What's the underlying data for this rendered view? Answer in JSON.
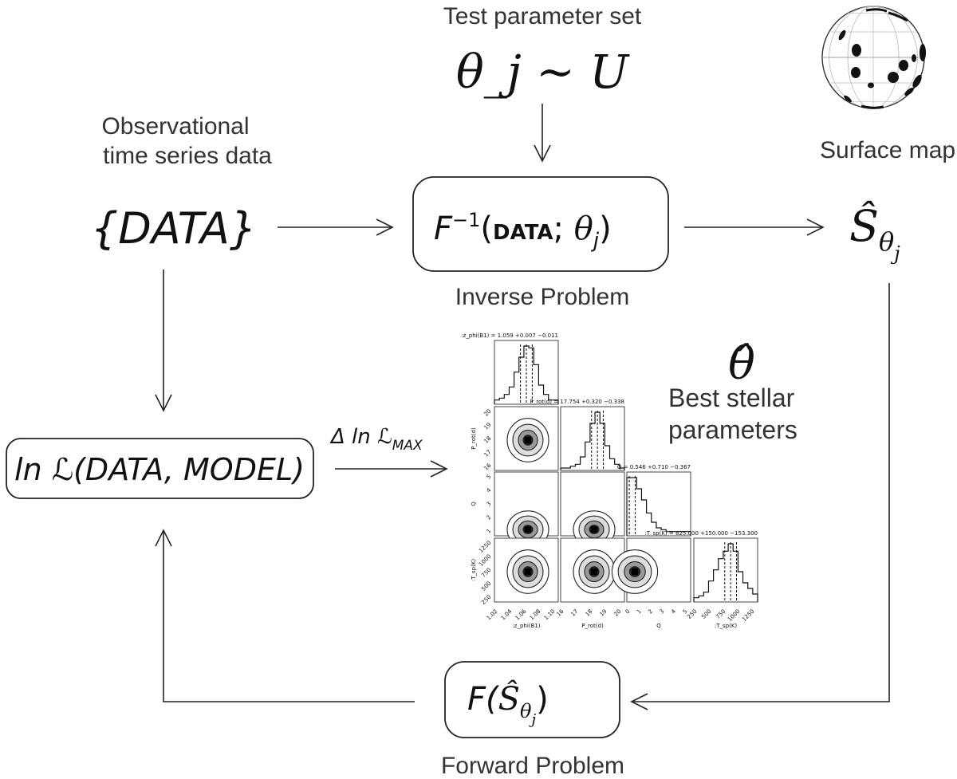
{
  "test_params": {
    "label": "Test parameter set",
    "formula": "θ_j ~ U"
  },
  "observational": {
    "line1": "Observational",
    "line2": "time series data",
    "data_symbol": "{DATA}"
  },
  "inverse_box": {
    "formula_F": "F",
    "formula_exp": "−1",
    "formula_data": "DATA",
    "formula_theta": "θ",
    "formula_sub": "j",
    "caption": "Inverse Problem"
  },
  "surface": {
    "symbol": "Ŝ",
    "sub": "θ",
    "subsub": "j",
    "caption": "Surface map"
  },
  "likelihood_box": {
    "formula": "ln ℒ(DATA, MODEL)"
  },
  "delta_label": {
    "text": "Δ ln ℒ",
    "sub": "MAX"
  },
  "best_params": {
    "symbol": "θ̂",
    "line1": "Best stellar",
    "line2": "parameters"
  },
  "forward_box": {
    "formula_F": "F(",
    "symbol": "Ŝ",
    "sub": "θ",
    "subsub": "j",
    "close": ")",
    "caption": "Forward Problem"
  },
  "corner_plot": {
    "params": [
      {
        "name": ":z_phi(B1)",
        "title": ":z_phi(B1) = 1.059 +0.007 −0.011",
        "ticks": [
          "1.02",
          "1.04",
          "1.06",
          "1.08",
          "1.10"
        ],
        "hist": [
          1,
          2,
          4,
          8,
          16,
          24,
          30,
          29,
          20,
          9,
          4,
          1,
          1
        ]
      },
      {
        "name": "P_rot(d)",
        "title": "P_rot(d) = 17.754 +0.320 −0.338",
        "ticks": [
          "16",
          "17",
          "18",
          "19",
          "20"
        ],
        "hist": [
          0,
          0,
          1,
          2,
          6,
          14,
          24,
          30,
          24,
          12,
          5,
          2,
          0
        ]
      },
      {
        "name": "Q",
        "title": "Q = 0.546 +0.710 −0.367",
        "ticks": [
          "0",
          "1",
          "2",
          "3",
          "4",
          "5"
        ],
        "hist": [
          30,
          30,
          24,
          18,
          11,
          6,
          3,
          2,
          1,
          1,
          1,
          1,
          1
        ]
      },
      {
        "name": ":T_sp(K)",
        "title": ":T_sp(K) = 825.000 +150.000 −153.300",
        "ticks": [
          "250",
          "500",
          "750",
          "1000",
          "1250"
        ],
        "hist": [
          1,
          2,
          4,
          10,
          16,
          22,
          26,
          30,
          26,
          15,
          9,
          6,
          3
        ]
      }
    ],
    "row_ticks": {
      "P_rot(d)": [
        "16",
        "17",
        "18",
        "19",
        "20"
      ],
      "Q": [
        "1",
        "2",
        "3",
        "4",
        "5"
      ],
      ":T_sp(K)": [
        "250",
        "500",
        "750",
        "1000",
        "1250"
      ]
    }
  },
  "colors": {
    "line": "#222222",
    "text": "#333333",
    "contour_dark": "#111111",
    "contour_mid": "#888888"
  }
}
